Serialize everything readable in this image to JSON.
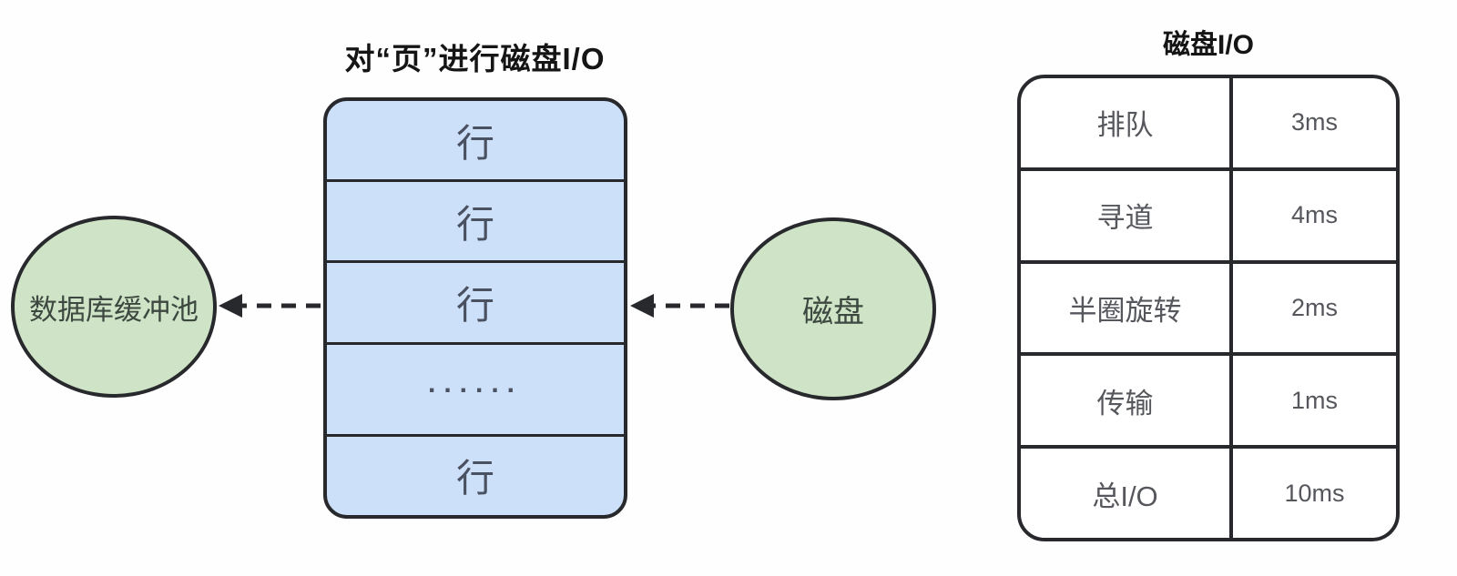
{
  "buffer_pool": {
    "label": "数据库缓冲池"
  },
  "page_box": {
    "title": "对“页”进行磁盘I/O",
    "rows": [
      "行",
      "行",
      "行",
      "......",
      "行"
    ]
  },
  "disk": {
    "label": "磁盘"
  },
  "io_table": {
    "title": "磁盘I/O",
    "rows": [
      {
        "label": "排队",
        "value": "3ms"
      },
      {
        "label": "寻道",
        "value": "4ms"
      },
      {
        "label": "半圈旋转",
        "value": "2ms"
      },
      {
        "label": "传输",
        "value": "1ms"
      },
      {
        "label": "总I/O",
        "value": "10ms"
      }
    ]
  },
  "colors": {
    "green_fill": "#cfe3c6",
    "blue_fill": "#cce0fa",
    "stroke": "#28292c",
    "row_text": "#4a5161",
    "circle_text": "#3c4840",
    "table_text": "#55575c",
    "background": "#fefefe"
  }
}
